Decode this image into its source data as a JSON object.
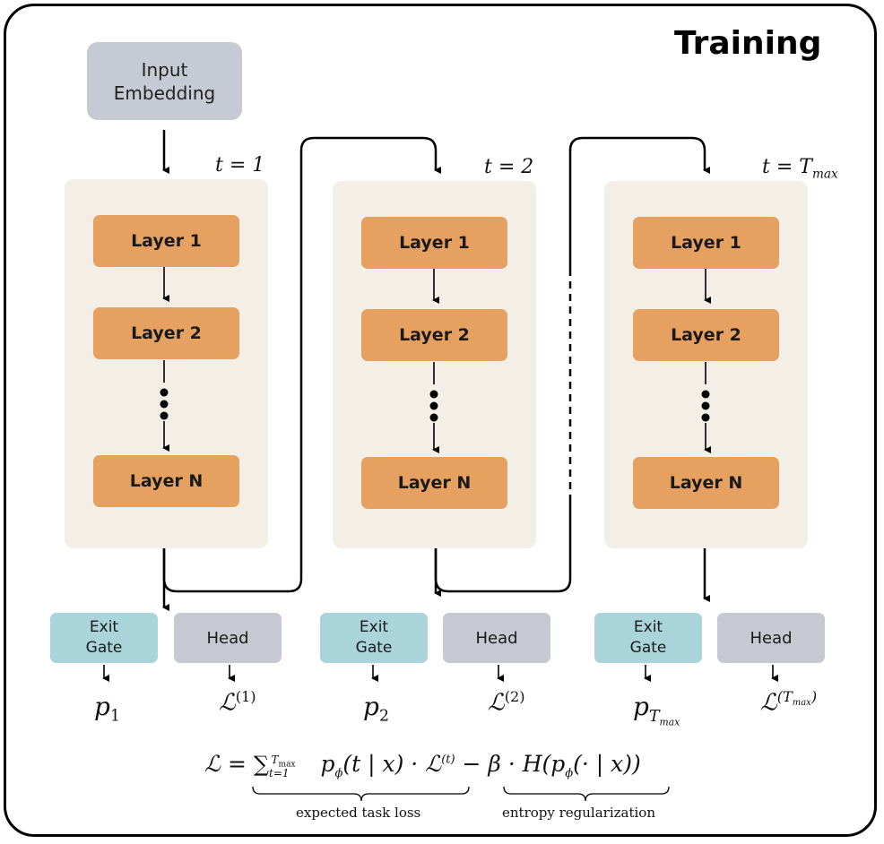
{
  "title": "Training",
  "input_embedding": {
    "line1": "Input",
    "line2": "Embedding"
  },
  "columns": [
    {
      "t_label": "t = 1",
      "layers": [
        "Layer 1",
        "Layer 2",
        "Layer N"
      ],
      "exit_line1": "Exit",
      "exit_line2": "Gate",
      "head": "Head",
      "p_main": "p",
      "p_sub": "1",
      "loss_main": "ℒ",
      "loss_sup": "(1)"
    },
    {
      "t_label": "t = 2",
      "layers": [
        "Layer 1",
        "Layer 2",
        "Layer N"
      ],
      "exit_line1": "Exit",
      "exit_line2": "Gate",
      "head": "Head",
      "p_main": "p",
      "p_sub": "2",
      "loss_main": "ℒ",
      "loss_sup": "(2)"
    },
    {
      "t_label_main": "t = T",
      "t_label_sub": "max",
      "layers": [
        "Layer 1",
        "Layer 2",
        "Layer N"
      ],
      "exit_line1": "Exit",
      "exit_line2": "Gate",
      "head": "Head",
      "p_main": "p",
      "p_sub": "T",
      "p_subsub": "max",
      "loss_main": "ℒ",
      "loss_sup": "(T",
      "loss_supsub": "max",
      "loss_sup_close": ")"
    }
  ],
  "formula": {
    "lhs": "ℒ =",
    "sum": "∑",
    "sum_sub": "t=1",
    "sum_sup": "T",
    "sum_sup_sub": "max",
    "term": "p",
    "term_sub": "ϕ",
    "term_rest": "(t | x) · ℒ",
    "term_sup": "(t)",
    "minus": "−",
    "reg": "β · H(p",
    "reg_sub": "ϕ",
    "reg_rest": "(· | x))",
    "brace_left_label": "expected task loss",
    "brace_right_label": "entropy regularization"
  }
}
